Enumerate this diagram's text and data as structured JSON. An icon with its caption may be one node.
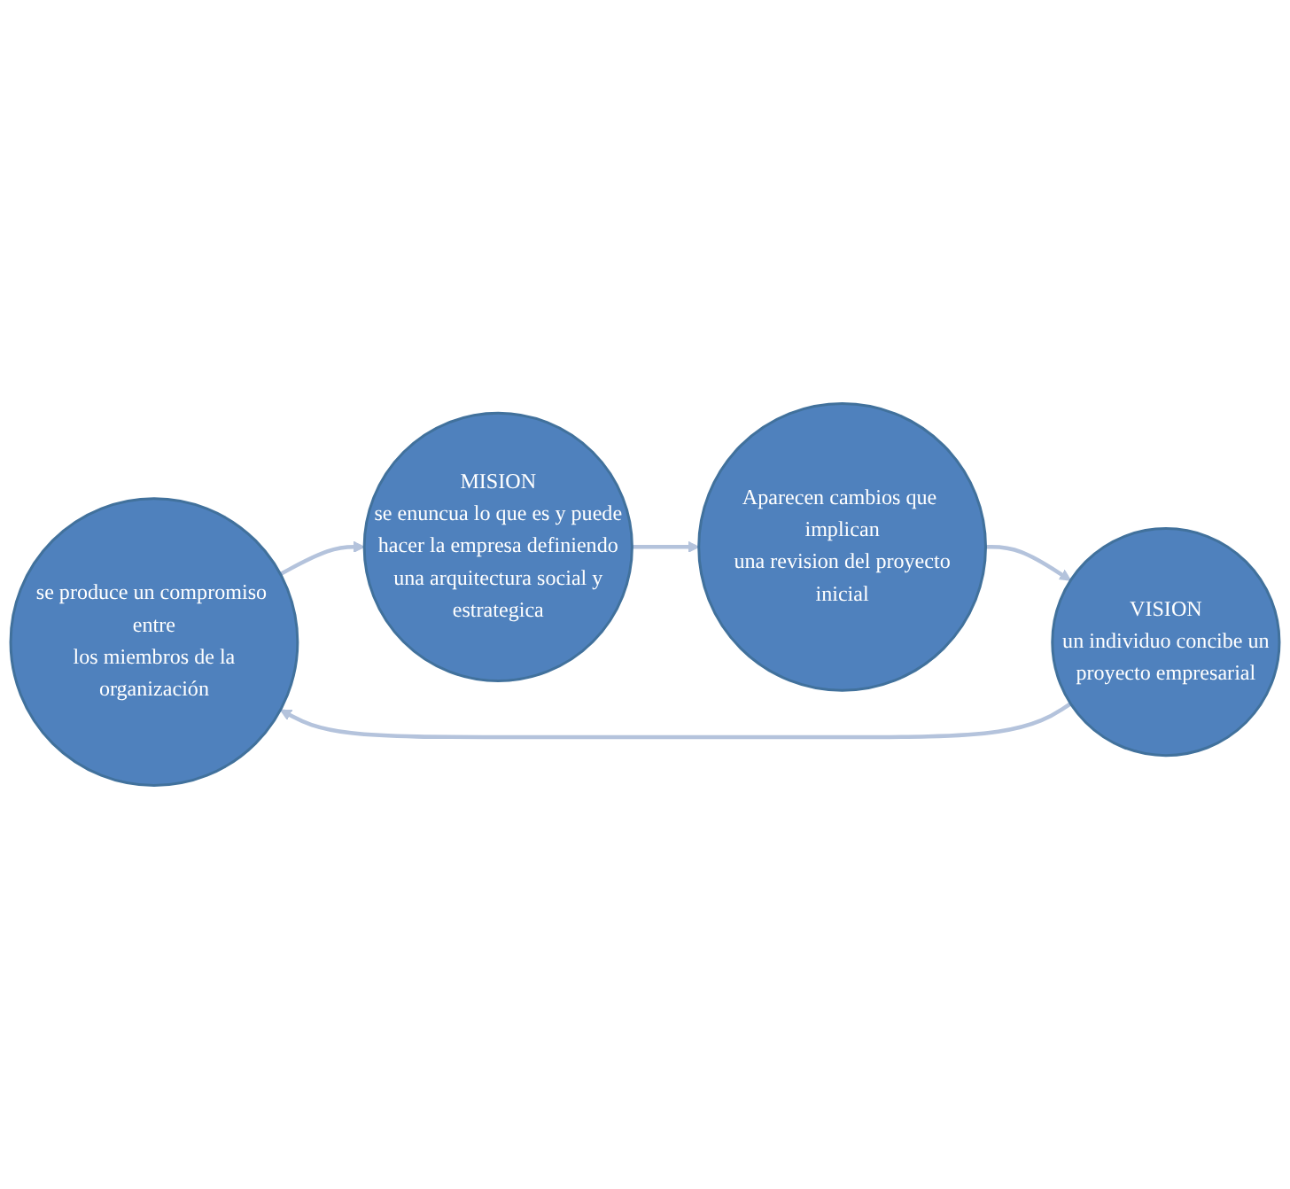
{
  "diagram": {
    "nodes": [
      {
        "text": [
          "se produce un compromiso entre los miembros de la organización"
        ]
      },
      {
        "text": [
          "VISION",
          "un individuo concibe un proyecto empresarial"
        ]
      },
      {
        "text": [
          "MISION",
          "se enuncua lo que es y puede hacer la empresa definiendo una arquitectura social y estrategica"
        ]
      },
      {
        "text": [
          "Aparecen cambios que implican una revision del proyecto inicial"
        ]
      }
    ],
    "edges": [
      {
        "from": 1,
        "to": 0,
        "arrow": "to"
      },
      {
        "from": 0,
        "to": 2,
        "arrow": "to"
      },
      {
        "from": 2,
        "to": 3,
        "arrow": "to"
      },
      {
        "from": 3,
        "to": 1,
        "arrow": "to"
      }
    ]
  }
}
